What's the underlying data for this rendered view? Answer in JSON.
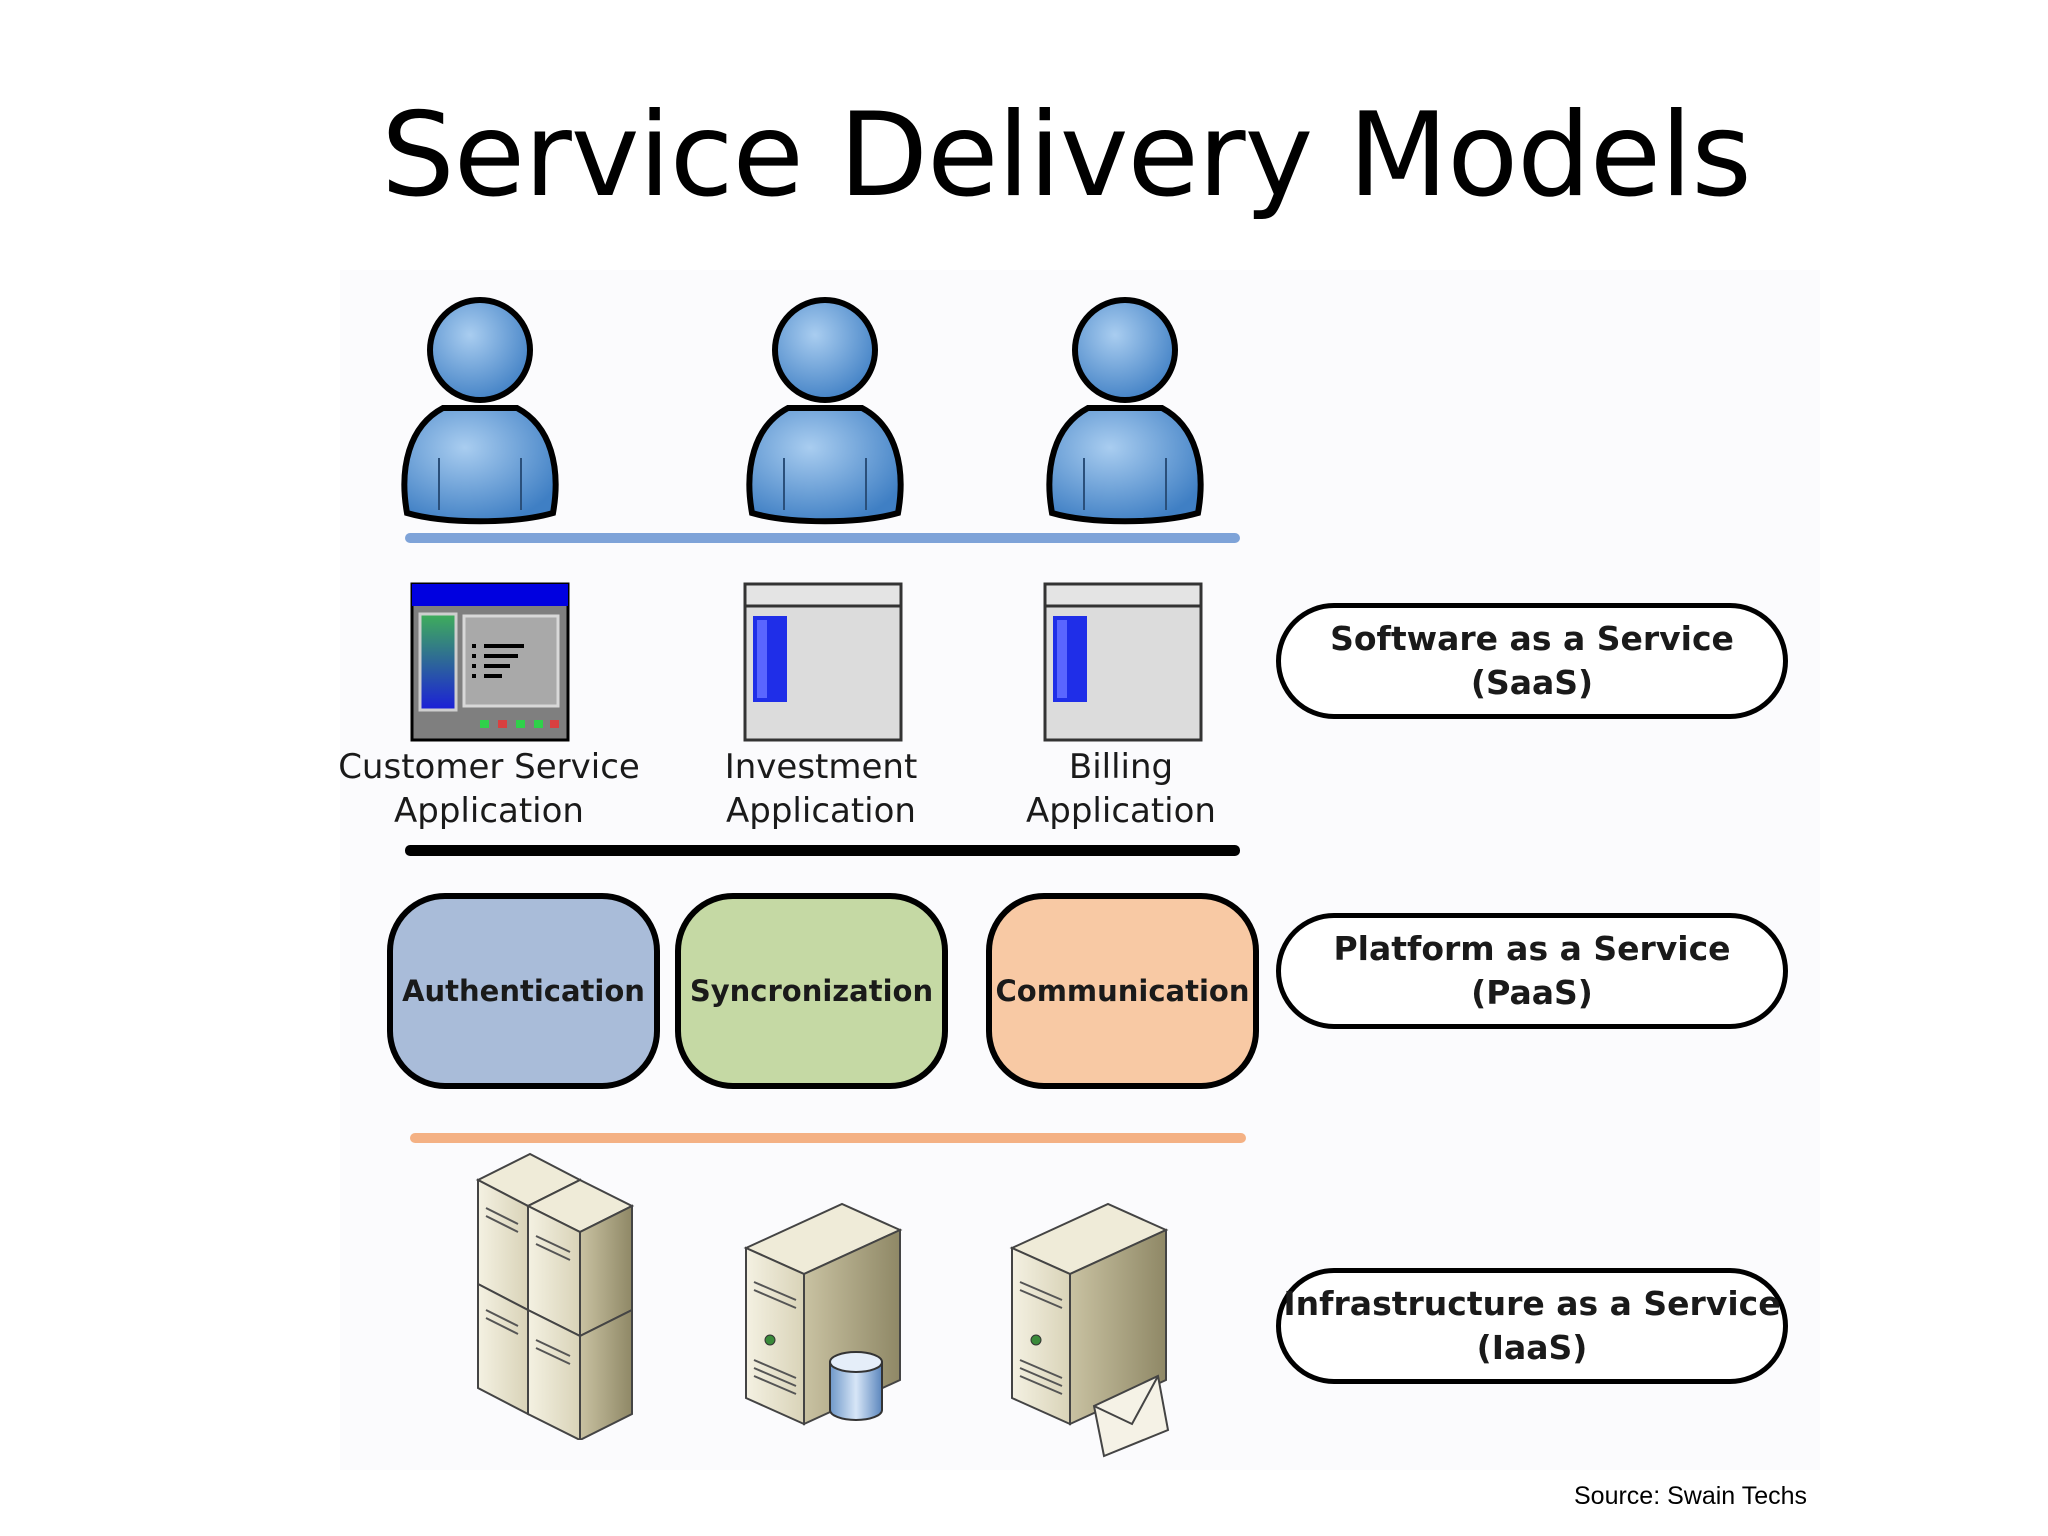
{
  "title": "Service Delivery Models",
  "apps": [
    {
      "line1": "Customer Service",
      "line2": "Application"
    },
    {
      "line1": "Investment",
      "line2": "Application"
    },
    {
      "line1": "Billing",
      "line2": "Application"
    }
  ],
  "services": [
    "Authentication",
    "Syncronization",
    "Communication"
  ],
  "models": [
    {
      "line1": "Software as a Service",
      "line2": "(SaaS)"
    },
    {
      "line1": "Platform as a Service",
      "line2": "(PaaS)"
    },
    {
      "line1": "Infrastructure as a Service",
      "line2": "(IaaS)"
    }
  ],
  "source": "Source: Swain Techs",
  "colors": {
    "person_fill": "#5b9bd5",
    "rule_saas": "#7ea3d8",
    "rule_paas": "#000000",
    "rule_iaas": "#f4b184",
    "auth_fill": "#a9bcd9",
    "sync_fill": "#c5d9a4",
    "comm_fill": "#f8c9a4"
  },
  "icons": [
    "user-icon",
    "application-window-icon",
    "server-icon",
    "database-icon",
    "mail-icon"
  ]
}
